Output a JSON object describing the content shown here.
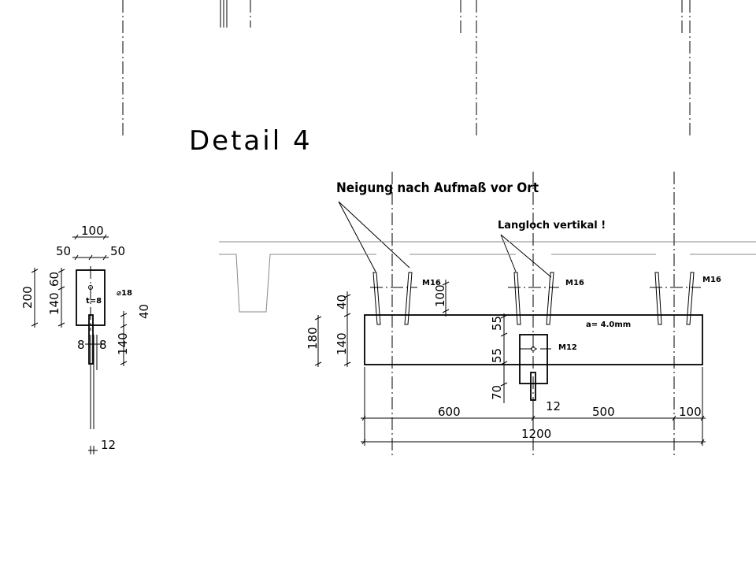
{
  "detail_title": "Detail 4",
  "notes": {
    "inclination": "Neigung nach Aufmaß vor Ort",
    "slot": "Langloch vertikal !"
  },
  "labels": {
    "m16": "M16",
    "m12": "M12",
    "weld": "a= 4.0mm",
    "diameter": "⌀18",
    "thickness": "t=8"
  },
  "side_view_dims": {
    "width_total": "100",
    "half_left": "50",
    "half_right": "50",
    "height_total": "200",
    "top": "60",
    "lower": "140",
    "right_top": "40",
    "right_lower": "140",
    "gap_left": "8",
    "gap_right": "8",
    "stem": "12"
  },
  "front_view_dims": {
    "anchor_depth": "100",
    "plate_height": "180",
    "upper": "40",
    "lower": "140",
    "lug_upper": "55",
    "lug_lower": "55",
    "lug_stem": "70",
    "stem": "12",
    "span_left": "600",
    "span_right": "500",
    "span_end": "100",
    "total": "1200"
  }
}
